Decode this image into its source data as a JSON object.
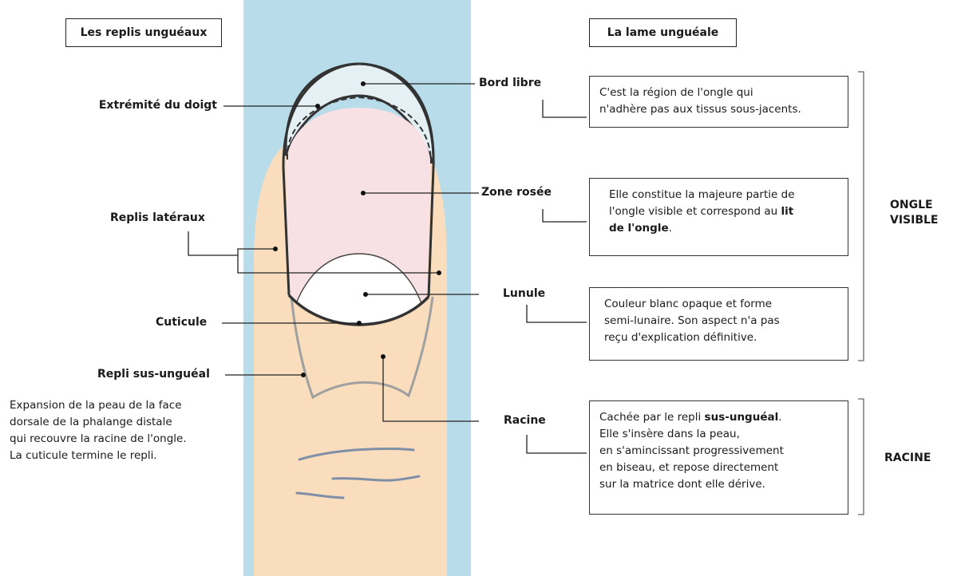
{
  "headers": {
    "left": "Les replis unguéaux",
    "right": "La lame unguéale"
  },
  "left_labels": {
    "extremite": "Extrémité du doigt",
    "replis_lateraux": "Replis latéraux",
    "cuticule": "Cuticule",
    "repli_sus_ungueal": "Repli sus-unguéal",
    "repli_description": [
      "Expansion de la peau de la face",
      "dorsale de la phalange distale",
      "qui recouvre la racine de l'ongle.",
      "La cuticule termine le repli."
    ]
  },
  "right_items": [
    {
      "label": "Bord libre",
      "desc": [
        [
          {
            "t": "C'est la région de l'ongle qui"
          }
        ],
        [
          {
            "t": "n'adhère pas aux tissus sous-jacents."
          }
        ]
      ]
    },
    {
      "label": "Zone rosée",
      "desc": [
        [
          {
            "t": "Elle constitue la majeure partie de"
          }
        ],
        [
          {
            "t": "l'ongle visible et correspond au "
          },
          {
            "t": "lit",
            "b": true
          }
        ],
        [
          {
            "t": "de l'ongle",
            "b": true
          },
          {
            "t": "."
          }
        ]
      ]
    },
    {
      "label": "Lunule",
      "desc": [
        [
          {
            "t": "Couleur blanc opaque et forme"
          }
        ],
        [
          {
            "t": "semi-lunaire. Son aspect n'a pas"
          }
        ],
        [
          {
            "t": "reçu d'explication définitive."
          }
        ]
      ]
    },
    {
      "label": "Racine",
      "desc": [
        [
          {
            "t": "Cachée par le repli "
          },
          {
            "t": "sus-unguéal",
            "b": true
          },
          {
            "t": "."
          }
        ],
        [
          {
            "t": "Elle s'insère dans la peau,"
          }
        ],
        [
          {
            "t": "en s'amincissant progressivement"
          }
        ],
        [
          {
            "t": "en biseau, et repose directement"
          }
        ],
        [
          {
            "t": "sur la matrice dont elle dérive."
          }
        ]
      ]
    }
  ],
  "sections": {
    "visible": "ONGLE VISIBLE",
    "racine": "RACINE"
  },
  "colors": {
    "background_band": "#b9dcea",
    "skin": "#f9ddbd",
    "nail_pink": "#f7e1e4",
    "free_edge": "#e4f0f4",
    "lunula": "#ffffff",
    "outline": "#333333",
    "root_outline": "#999999"
  }
}
